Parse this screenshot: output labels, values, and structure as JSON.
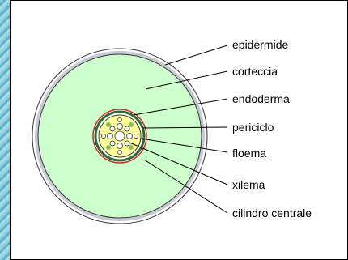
{
  "labels": {
    "epidermide": "epidermide",
    "corteccia": "corteccia",
    "endoderma": "endoderma",
    "periciclo": "periciclo",
    "floema": "floema",
    "xilema": "xilema",
    "cilindro_centrale": "cilindro centrale"
  },
  "colors": {
    "cortex": "#ccffcc",
    "epidermis_ring": "#b8b8c8",
    "stele": "#ffff99",
    "endodermis": "#c03030",
    "pericycle": "#2e6b2e",
    "xylem": "#ffffff",
    "side_strip": "#6fc0d4"
  }
}
